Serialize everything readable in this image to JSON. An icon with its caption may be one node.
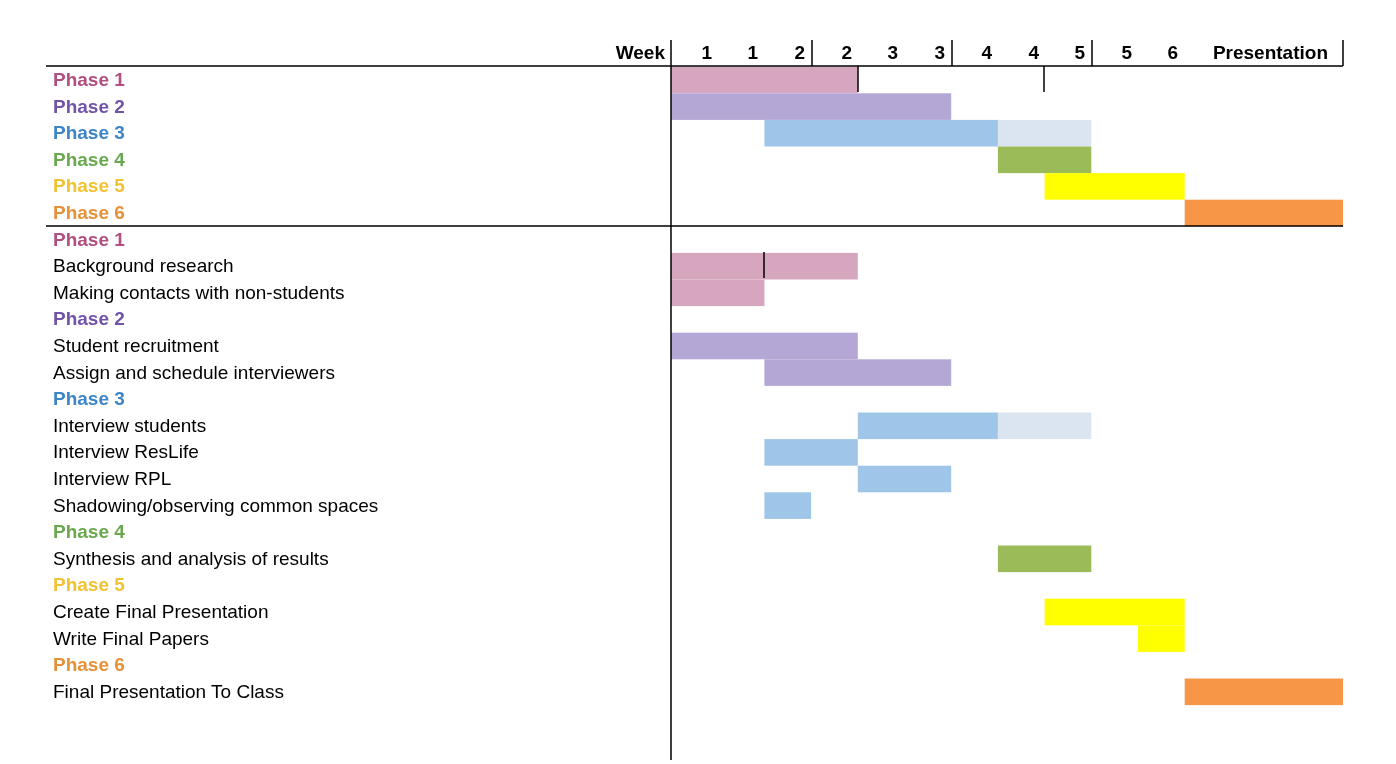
{
  "diagram": {
    "labels": [
      "Week",
      "1",
      "1",
      "2",
      "2",
      "3",
      "3",
      "4",
      "4",
      "5",
      "5",
      "6",
      "Presentation",
      "Phase 1",
      "Phase 2",
      "Phase 3",
      "Phase 4",
      "Phase 5",
      "Phase 6",
      "Phase 1",
      "Background research",
      "Making contacts with non-students",
      "Phase 2",
      "Student recruitment",
      "Assign and schedule interviewers",
      "Phase 3",
      "Interview students",
      "Interview ResLife",
      "Interview RPL",
      "Shadowing/observing common spaces",
      "Phase 4",
      "Synthesis and analysis of results",
      "Phase 5",
      "Create Final Presentation",
      "Write Final Papers",
      "Phase 6",
      "Final Presentation To Class"
    ]
  }
}
